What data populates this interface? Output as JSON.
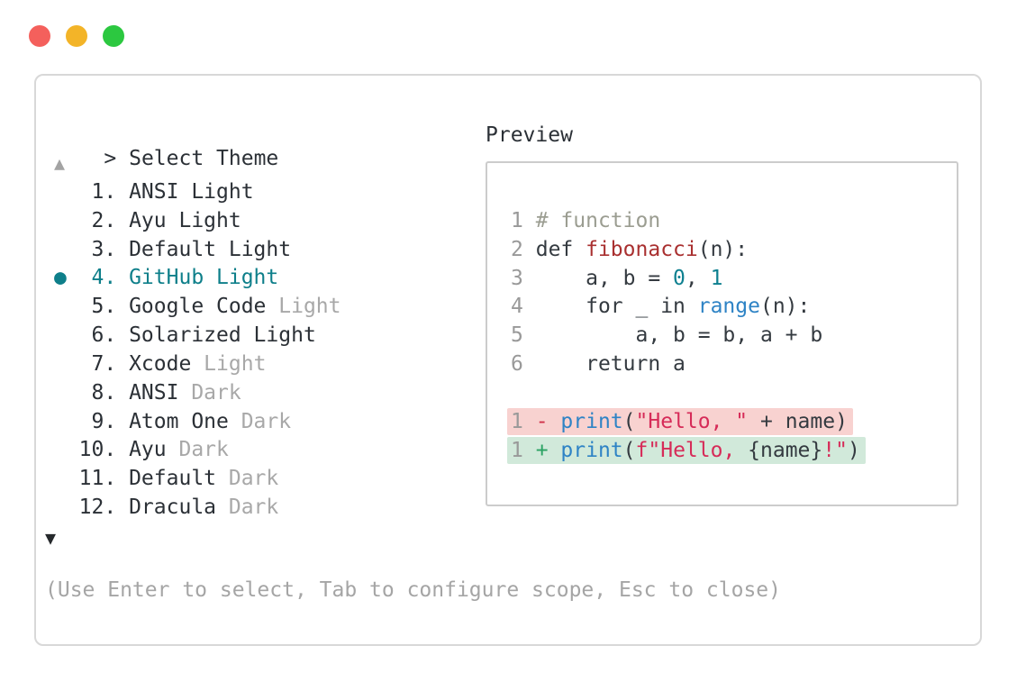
{
  "palette": {
    "teal": "#0e7f8a",
    "text-dark": "#2b3036",
    "text-gray": "#a8a8a8",
    "code-text": "#343a40",
    "comment": "#9b9d91",
    "func-red": "#a93030",
    "builtin-blue": "#2e83c5",
    "string-crimson": "#d62b58",
    "number-teal": "#0e8090",
    "removed-red": "#d03048",
    "added-green": "#2aa263",
    "removed-bg": "#f8d2d0",
    "added-bg": "#d1e9da",
    "line-number": "#999999",
    "traffic-red": "#f4605c",
    "traffic-yellow": "#f3b428",
    "traffic-green": "#2cc840",
    "panel-border": "#d8d8d8",
    "preview-border": "#cccccc"
  },
  "prompt": {
    "caret": ">",
    "title": "Select Theme"
  },
  "scroll": {
    "up": "▲",
    "down": "▼"
  },
  "theme_list": {
    "bullet": "●",
    "items": [
      {
        "num": "1.",
        "name": "ANSI Light",
        "variant": "",
        "selected": false
      },
      {
        "num": "2.",
        "name": "Ayu Light",
        "variant": "",
        "selected": false
      },
      {
        "num": "3.",
        "name": "Default Light",
        "variant": "",
        "selected": false
      },
      {
        "num": "4.",
        "name": "GitHub Light",
        "variant": "",
        "selected": true
      },
      {
        "num": "5.",
        "name": "Google Code",
        "variant": "Light",
        "selected": false
      },
      {
        "num": "6.",
        "name": "Solarized Light",
        "variant": "",
        "selected": false
      },
      {
        "num": "7.",
        "name": "Xcode",
        "variant": "Light",
        "selected": false
      },
      {
        "num": "8.",
        "name": "ANSI",
        "variant": "Dark",
        "selected": false
      },
      {
        "num": "9.",
        "name": "Atom One",
        "variant": "Dark",
        "selected": false
      },
      {
        "num": "10.",
        "name": "Ayu",
        "variant": "Dark",
        "selected": false
      },
      {
        "num": "11.",
        "name": "Default",
        "variant": "Dark",
        "selected": false
      },
      {
        "num": "12.",
        "name": "Dracula",
        "variant": "Dark",
        "selected": false
      }
    ]
  },
  "preview": {
    "label": "Preview",
    "code_lines": [
      {
        "num": "1",
        "diff": "",
        "tokens": [
          [
            "comment",
            "# function"
          ]
        ]
      },
      {
        "num": "2",
        "diff": "",
        "tokens": [
          [
            "text",
            "def "
          ],
          [
            "func",
            "fibonacci"
          ],
          [
            "text",
            "(n):"
          ]
        ]
      },
      {
        "num": "3",
        "diff": "",
        "tokens": [
          [
            "text",
            "    a, b = "
          ],
          [
            "number",
            "0"
          ],
          [
            "text",
            ", "
          ],
          [
            "number",
            "1"
          ]
        ]
      },
      {
        "num": "4",
        "diff": "",
        "tokens": [
          [
            "text",
            "    for _ in "
          ],
          [
            "builtin",
            "range"
          ],
          [
            "text",
            "(n):"
          ]
        ]
      },
      {
        "num": "5",
        "diff": "",
        "tokens": [
          [
            "text",
            "        a, b = b, a + b"
          ]
        ]
      },
      {
        "num": "6",
        "diff": "",
        "tokens": [
          [
            "text",
            "    return a"
          ]
        ]
      },
      {
        "num": "",
        "diff": "",
        "tokens": []
      },
      {
        "num": "1",
        "diff": "removed",
        "tokens": [
          [
            "removed-sign",
            "- "
          ],
          [
            "builtin",
            "print"
          ],
          [
            "text",
            "("
          ],
          [
            "string",
            "\"Hello, \""
          ],
          [
            "text",
            " + name)"
          ]
        ]
      },
      {
        "num": "1",
        "diff": "added",
        "tokens": [
          [
            "added-sign",
            "+ "
          ],
          [
            "builtin",
            "print"
          ],
          [
            "text",
            "("
          ],
          [
            "string",
            "f\"Hello, "
          ],
          [
            "text",
            "{name}"
          ],
          [
            "string",
            "!\""
          ],
          [
            "text",
            ")"
          ]
        ]
      }
    ]
  },
  "footer": {
    "hint": "(Use Enter to select, Tab to configure scope, Esc to close)"
  }
}
